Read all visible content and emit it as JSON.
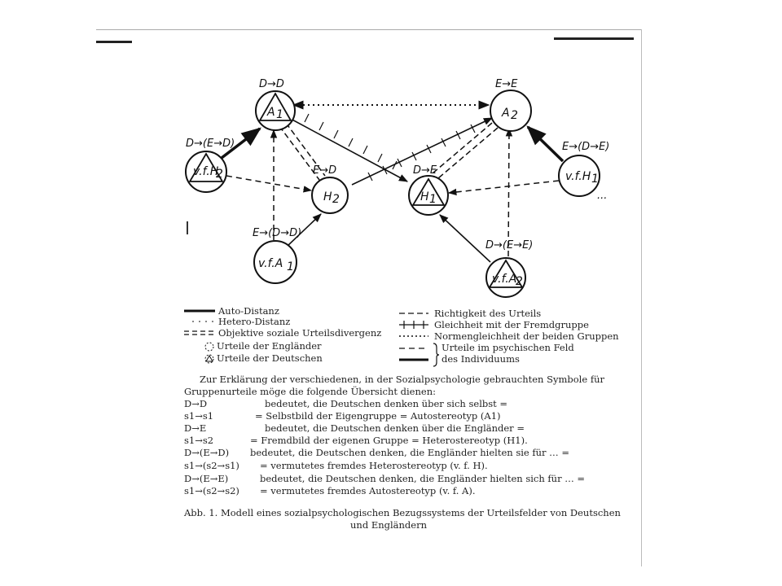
{
  "diagram": {
    "nodes": {
      "A1": {
        "name": "A",
        "sub": "1",
        "label": "D→D"
      },
      "A2": {
        "name": "A",
        "sub": "2",
        "label": "E→E"
      },
      "H2": {
        "name": "H",
        "sub": "2",
        "label": "E→D"
      },
      "H1": {
        "name": "H",
        "sub": "1",
        "label": "D→E"
      },
      "vfH2": {
        "text": "v.f.H",
        "sub": "2",
        "label": "D→(E→D)"
      },
      "vfH1": {
        "text": "v.f.H",
        "sub": "1",
        "label": "E→(D→E)"
      },
      "vfA1": {
        "text": "v.f.A",
        "sub": "1",
        "label": "E→(D→D)"
      },
      "vfA2": {
        "text": "v.f.A",
        "sub": "2",
        "label": "D→(E→E)"
      }
    },
    "dots": "..."
  },
  "legend": {
    "left": [
      "Auto-Distanz",
      "Hetero-Distanz",
      "Objektive soziale Urteilsdivergenz",
      "Urteile der Engländer",
      "Urteile der Deutschen"
    ],
    "right": [
      "Richtigkeit des Urteils",
      "Gleichheit mit der Fremdgruppe",
      "Normengleichheit der beiden Gruppen",
      "Urteile im psychischen Feld",
      "des Individuums"
    ]
  },
  "intro": [
    "Zur Erklärung der verschiedenen, in der Sozialpsychologie gebrauchten Symbole für",
    "Gruppenurteile möge die folgende Übersicht dienen:"
  ],
  "definitions": [
    {
      "sym": "D→D",
      "text": "bedeutet, die Deutschen denken über sich selbst ="
    },
    {
      "sym": "s1→s1",
      "text": "= Selbstbild der Eigengruppe = Autostereotyp (A1)"
    },
    {
      "sym": "D→E",
      "text": "bedeutet, die Deutschen denken über die Engländer ="
    },
    {
      "sym": "s1→s2",
      "text": "= Fremdbild der eigenen Gruppe = Heterostereotyp (H1)."
    },
    {
      "sym": "D→(E→D)",
      "text": "bedeutet, die Deutschen denken, die Engländer hielten sie für … ="
    },
    {
      "sym": "s1→(s2→s1)",
      "text": "= vermutetes fremdes Heterostereotyp (v. f. H)."
    },
    {
      "sym": "D→(E→E)",
      "text": "bedeutet, die Deutschen denken, die Engländer hielten sich für … ="
    },
    {
      "sym": "s1→(s2→s2)",
      "text": "= vermutetes fremdes Autostereotyp (v. f. A)."
    }
  ],
  "caption": [
    "Abb. 1. Modell eines sozialpsychologischen Bezugssystems der Urteilsfelder von Deutschen",
    "und Engländern"
  ]
}
